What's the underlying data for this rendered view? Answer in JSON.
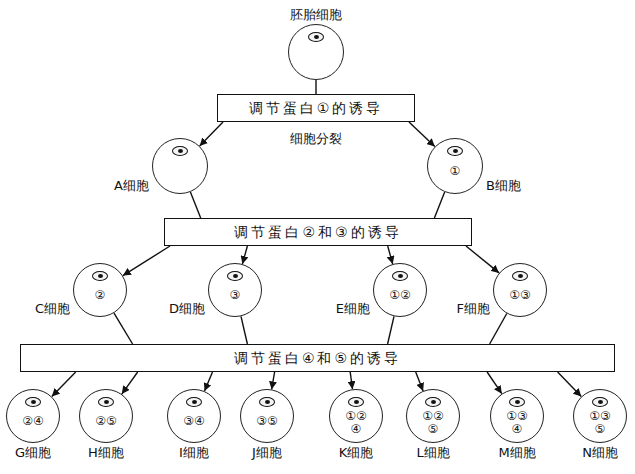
{
  "diagram": {
    "nodes": [
      {
        "text": [
          "胚胎细胞"
        ]
      },
      {
        "text": [
          "调节蛋白①的诱导"
        ]
      },
      {
        "text": [
          "A细胞"
        ]
      },
      {
        "text": [
          "①",
          "B细胞"
        ]
      },
      {
        "text": [
          "调节蛋白②和③的诱导"
        ]
      },
      {
        "text": [
          "②",
          "C细胞"
        ]
      },
      {
        "text": [
          "③",
          "D细胞"
        ]
      },
      {
        "text": [
          "①②",
          "E细胞"
        ]
      },
      {
        "text": [
          "①③",
          "F细胞"
        ]
      },
      {
        "text": [
          "调节蛋白④和⑤的诱导"
        ]
      },
      {
        "text": [
          "②④",
          "G细胞"
        ]
      },
      {
        "text": [
          "②⑤",
          "H细胞"
        ]
      },
      {
        "text": [
          "③④",
          "I细胞"
        ]
      },
      {
        "text": [
          "③⑤",
          "J细胞"
        ]
      },
      {
        "text": [
          "①② ④",
          "K细胞"
        ]
      },
      {
        "text": [
          "①② ⑤",
          "L细胞"
        ]
      },
      {
        "text": [
          "①③ ④",
          "M细胞"
        ]
      },
      {
        "text": [
          "①③ ⑤",
          "N细胞"
        ]
      }
    ],
    "edges": [
      {
        "from": 0,
        "to": 1,
        "arrow": "none"
      },
      {
        "from": 1,
        "to": 2,
        "arrow": "to"
      },
      {
        "from": 1,
        "to": 3,
        "arrow": "to"
      },
      {
        "from": 2,
        "to": 4,
        "arrow": "none"
      },
      {
        "from": 3,
        "to": 4,
        "arrow": "none"
      },
      {
        "from": 4,
        "to": 5,
        "arrow": "to"
      },
      {
        "from": 4,
        "to": 6,
        "arrow": "to"
      },
      {
        "from": 4,
        "to": 7,
        "arrow": "to"
      },
      {
        "from": 4,
        "to": 8,
        "arrow": "to"
      },
      {
        "from": 5,
        "to": 9,
        "arrow": "none"
      },
      {
        "from": 6,
        "to": 9,
        "arrow": "none"
      },
      {
        "from": 7,
        "to": 9,
        "arrow": "none"
      },
      {
        "from": 8,
        "to": 9,
        "arrow": "none"
      },
      {
        "from": 9,
        "to": 10,
        "arrow": "to"
      },
      {
        "from": 9,
        "to": 11,
        "arrow": "to"
      },
      {
        "from": 9,
        "to": 12,
        "arrow": "to"
      },
      {
        "from": 9,
        "to": 13,
        "arrow": "to"
      },
      {
        "from": 9,
        "to": 14,
        "arrow": "to"
      },
      {
        "from": 9,
        "to": 15,
        "arrow": "to"
      },
      {
        "from": 9,
        "to": 16,
        "arrow": "to"
      },
      {
        "from": 9,
        "to": 17,
        "arrow": "to"
      }
    ],
    "labels": [
      "细胞分裂"
    ]
  }
}
